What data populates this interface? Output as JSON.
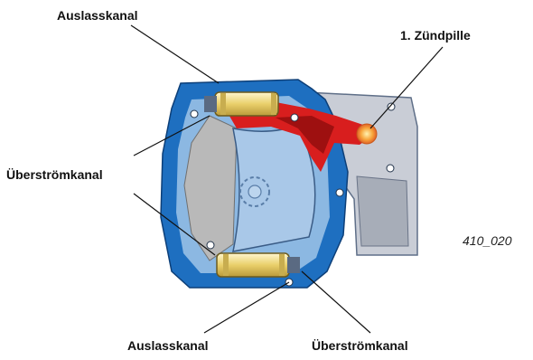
{
  "labels": {
    "outlet_top": "Auslasskanal",
    "first_spark": "1. Zündpille",
    "transfer_left": "Überströmkanal",
    "outlet_bottom": "Auslasskanal",
    "transfer_bottom": "Überströmkanal"
  },
  "figure_id": "410_020",
  "colors": {
    "housing_blue": "#1e6fc0",
    "light_blue": "#8cb8e2",
    "rotor_blue": "#a9c8e8",
    "chamber_gray": "#b9b9b9",
    "flame_red": "#d81e1e",
    "spark_orange": "#f7a43a",
    "valve_yellow": "#f1dc8a"
  }
}
